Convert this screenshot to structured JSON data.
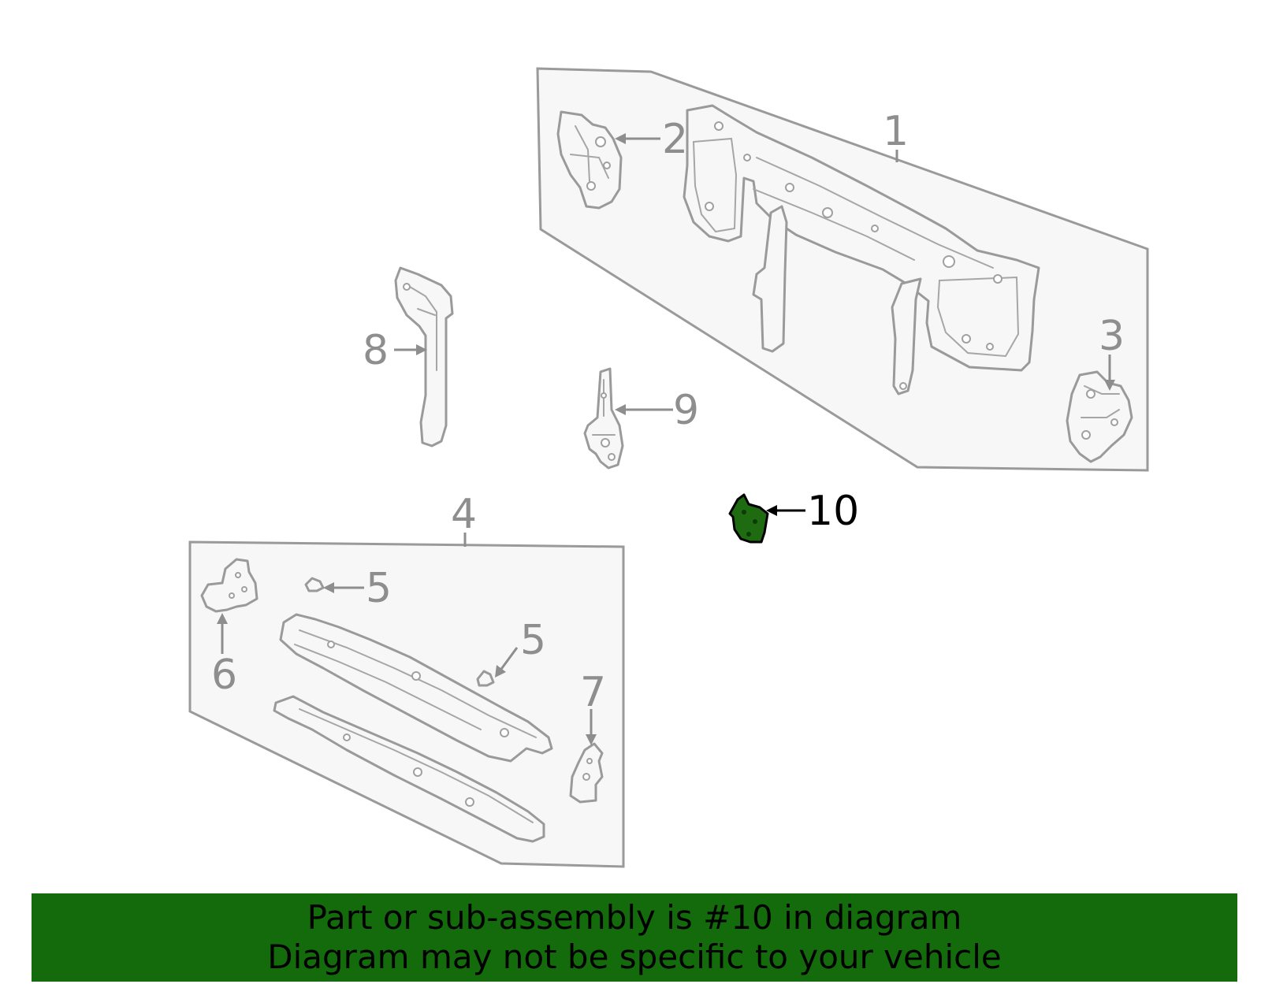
{
  "callouts": {
    "c1": "1",
    "c2": "2",
    "c3": "3",
    "c4": "4",
    "c5a": "5",
    "c5b": "5",
    "c6": "6",
    "c7": "7",
    "c8": "8",
    "c9": "9",
    "c10": "10"
  },
  "highlighted_part": "10",
  "colors": {
    "highlight": "#1e6b12",
    "banner": "#136b0b",
    "outline": "#9a9a9a"
  },
  "banner": {
    "line1": "Part or sub-assembly is #10 in diagram",
    "line2": "Diagram may not be specific to your vehicle"
  }
}
